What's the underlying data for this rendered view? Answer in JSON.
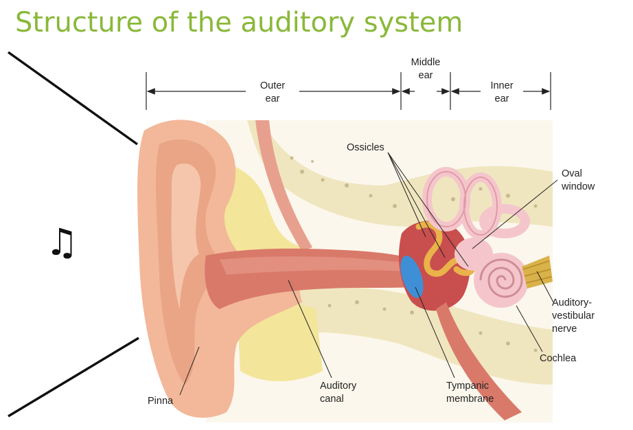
{
  "title": "Structure of the auditory system",
  "music_icon": "♫",
  "regions": {
    "outer_ear": [
      "Outer",
      "ear"
    ],
    "middle_ear": [
      "Middle",
      "ear"
    ],
    "inner_ear": [
      "Inner",
      "ear"
    ]
  },
  "labels": {
    "ossicles": "Ossicles",
    "oval_window": [
      "Oval",
      "window"
    ],
    "auditory_vestibular_nerve": [
      "Auditory-",
      "vestibular",
      "nerve"
    ],
    "cochlea": "Cochlea",
    "tympanic_membrane": [
      "Tympanic",
      "membrane"
    ],
    "auditory_canal": [
      "Auditory",
      "canal"
    ],
    "pinna": "Pinna"
  },
  "colors": {
    "title": "#8ab83a",
    "skin": "#f2b899",
    "canal": "#d9796a",
    "bone": "#efe8c8",
    "cartilage": "#f3e59a",
    "tympanic": "#3f8fd6",
    "inner_ear": "#f4c6cc",
    "ossicles": "#e9b24a"
  }
}
